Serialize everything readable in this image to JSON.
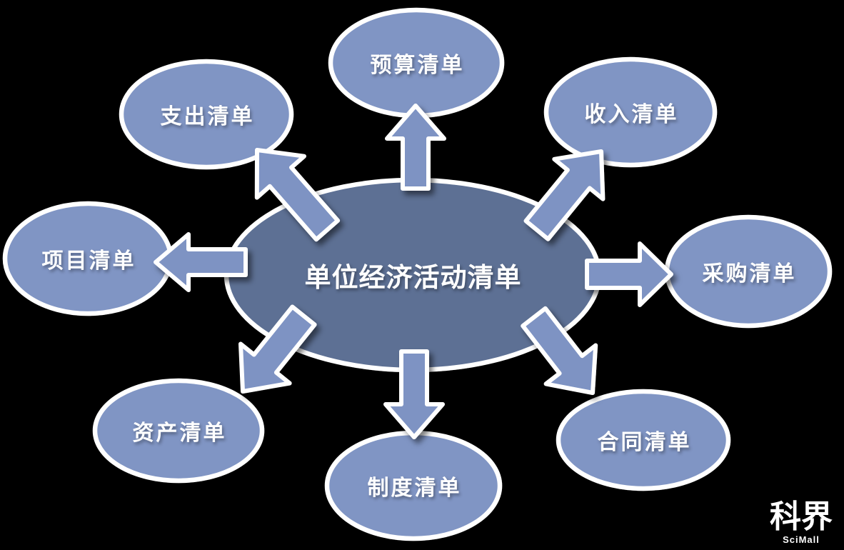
{
  "colors": {
    "background": "#000000",
    "center_fill": "#5d7094",
    "node_fill": "#8095c4",
    "arrow_fill": "#7e93c3",
    "outline": "#ffffff",
    "label_text": "#ffffff"
  },
  "center": {
    "label": "单位经济活动清单"
  },
  "nodes": [
    {
      "id": "budget",
      "position": "top",
      "label": "预算清单"
    },
    {
      "id": "income",
      "position": "top-right",
      "label": "收入清单"
    },
    {
      "id": "procurement",
      "position": "right",
      "label": "采购清单"
    },
    {
      "id": "contract",
      "position": "bottom-right",
      "label": "合同清单"
    },
    {
      "id": "regulation",
      "position": "bottom",
      "label": "制度清单"
    },
    {
      "id": "asset",
      "position": "bottom-left",
      "label": "资产清单"
    },
    {
      "id": "project",
      "position": "left",
      "label": "项目清单"
    },
    {
      "id": "expenditure",
      "position": "top-left",
      "label": "支出清单"
    }
  ],
  "watermark": {
    "logo": "科界",
    "subtitle": "SciMall"
  }
}
